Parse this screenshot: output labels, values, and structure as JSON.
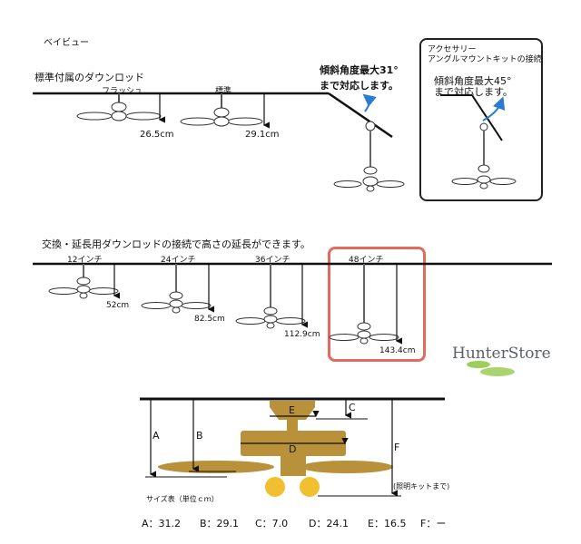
{
  "header": {
    "title": "ベイビュー"
  },
  "section1": {
    "title": "標準付属のダウンロッド",
    "fans": [
      {
        "label": "フラッシュ",
        "length": "26.5cm"
      },
      {
        "label": "標準",
        "length": "29.1cm"
      }
    ],
    "slope_note_line1": "傾斜角度最大31°",
    "slope_note_line2": "まで対応します。"
  },
  "accessory": {
    "title_line1": "アクセサリー",
    "title_line2": "アングルマウントキットの接続",
    "note_line1": "傾斜角度最大45°",
    "note_line2": "まで対応します。"
  },
  "section2": {
    "title": "交換・延長用ダウンロッドの接続で高さの延長ができます。",
    "rods": [
      {
        "label": "12インチ",
        "length": "52cm"
      },
      {
        "label": "24インチ",
        "length": "82.5cm"
      },
      {
        "label": "36インチ",
        "length": "112.9cm"
      },
      {
        "label": "48インチ",
        "length": "143.4cm"
      }
    ]
  },
  "brand": {
    "name": "HunterStore"
  },
  "diagram": {
    "letters": {
      "A": "A",
      "B": "B",
      "C": "C",
      "D": "D",
      "E": "E",
      "F": "F"
    },
    "size_table_label": "サイズ表（単位ｃｍ）",
    "lighting_note": "(照明キットまで)"
  },
  "size_table": [
    {
      "key": "A",
      "text": "A：31.2"
    },
    {
      "key": "B",
      "text": "B：29.1"
    },
    {
      "key": "C",
      "text": "C：7.0"
    },
    {
      "key": "D",
      "text": "D：24.1"
    },
    {
      "key": "E",
      "text": "E：16.5"
    },
    {
      "key": "F",
      "text": "F：ー"
    }
  ],
  "colors": {
    "line": "#111111",
    "blade": "#b8913a",
    "blade_light": "#d6b25a",
    "light_kit": "#f0c030",
    "arrow_blue": "#2a7bd4",
    "highlight": "#e36a5f",
    "brand_leaf": "#8cc63f"
  }
}
